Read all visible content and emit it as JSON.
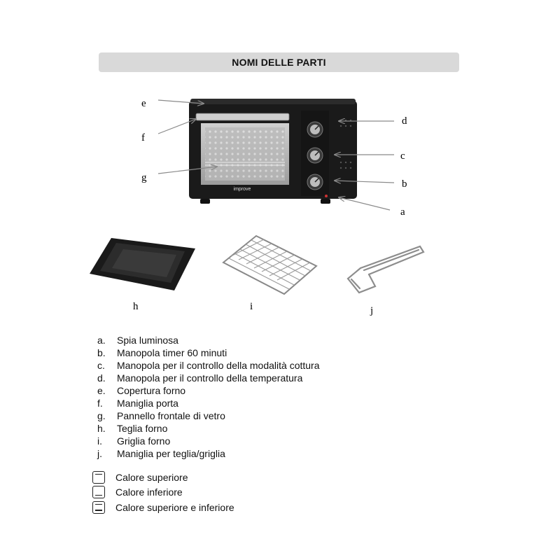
{
  "header": {
    "title": "NOMI DELLE PARTI"
  },
  "diagram": {
    "letters": {
      "a": "a",
      "b": "b",
      "c": "c",
      "d": "d",
      "e": "e",
      "f": "f",
      "g": "g",
      "h": "h",
      "i": "i",
      "j": "j"
    },
    "brand": "improve"
  },
  "parts": [
    {
      "key": "a.",
      "label": "Spia luminosa"
    },
    {
      "key": "b.",
      "label": "Manopola timer 60 minuti"
    },
    {
      "key": "c.",
      "label": "Manopola per il controllo della modalità cottura"
    },
    {
      "key": "d.",
      "label": "Manopola per il controllo della temperatura"
    },
    {
      "key": "e.",
      "label": "Copertura forno"
    },
    {
      "key": "f.",
      "label": "Maniglia porta"
    },
    {
      "key": "g.",
      "label": "Pannello frontale di vetro"
    },
    {
      "key": "h.",
      "label": "Teglia forno"
    },
    {
      "key": "i.",
      "label": "Griglia forno"
    },
    {
      "key": "j.",
      "label": "Maniglia per teglia/griglia"
    }
  ],
  "modes": [
    {
      "icon": "top-heat-icon",
      "label": "Calore superiore"
    },
    {
      "icon": "bottom-heat-icon",
      "label": "Calore inferiore"
    },
    {
      "icon": "top-bottom-heat-icon",
      "label": "Calore superiore e inferiore"
    }
  ]
}
